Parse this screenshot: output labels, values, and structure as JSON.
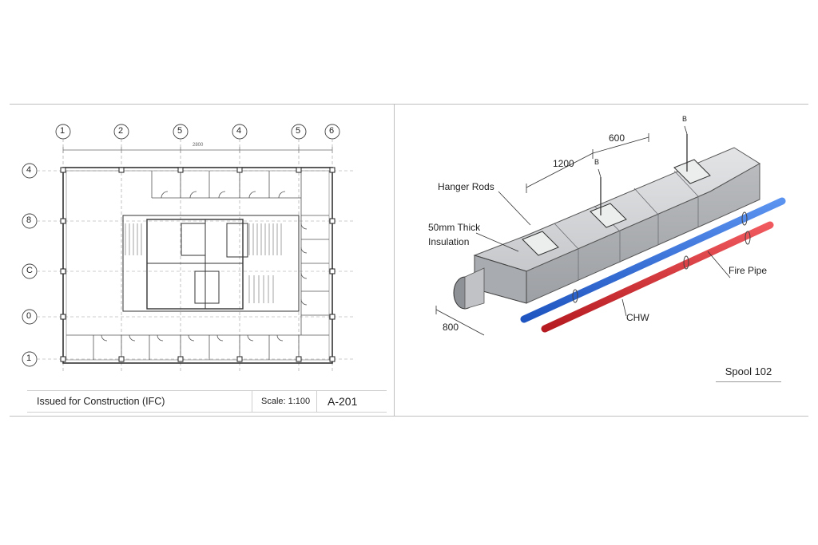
{
  "floor_plan": {
    "grid_top": [
      "1",
      "2",
      "5",
      "4",
      "5",
      "6"
    ],
    "grid_left": [
      "4",
      "8",
      "C",
      "0",
      "1"
    ],
    "overall_dimension": "2800",
    "title_block": {
      "status": "Issued for Construction (IFC)",
      "scale": "Scale: 1:100",
      "sheet_number": "A-201"
    }
  },
  "duct_detail": {
    "labels": {
      "hanger_rods": "Hanger Rods",
      "insulation_line1": "50mm Thick",
      "insulation_line2": "Insulation",
      "fire_pipe": "Fire Pipe",
      "chw": "CHW"
    },
    "dimensions": {
      "hanger_spacing": "1200",
      "width": "600",
      "height": "800"
    },
    "hanger_tags": [
      "B",
      "B"
    ],
    "spool": "Spool 102",
    "colors": {
      "fire_pipe": "#d9262c",
      "chw_pipe": "#2f6fd6",
      "duct": "#c9cbce"
    }
  }
}
